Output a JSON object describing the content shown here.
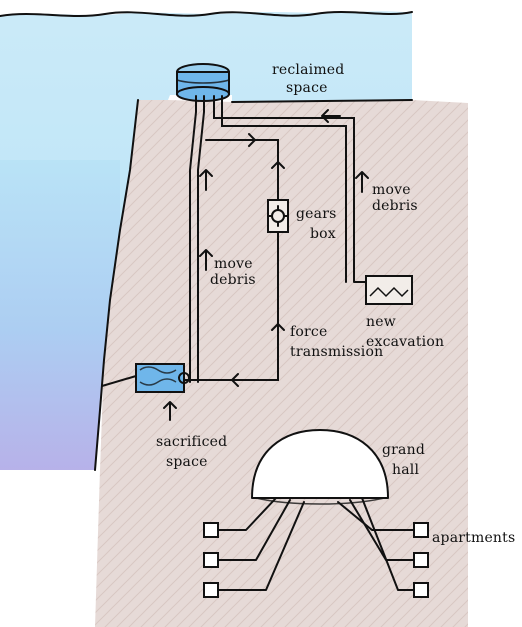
{
  "labels": {
    "reclaimed_line1": "reclaimed",
    "reclaimed_line2": "space",
    "move_debris_left_line1": "move",
    "move_debris_left_line2": "debris",
    "move_debris_right_line1": "move",
    "move_debris_right_line2": "debris",
    "gears_line1": "gears",
    "gears_line2": "box",
    "new_excavation_line1": "new",
    "new_excavation_line2": "excavation",
    "force_line1": "force",
    "force_line2": "transmission",
    "sacrificed_line1": "sacrificed",
    "sacrificed_line2": "space",
    "grand_hall_line1": "grand",
    "grand_hall_line2": "hall",
    "apartments": "apartments"
  },
  "colors": {
    "sky": "#bfe3f5",
    "water_purple": "#b9a6e6",
    "earth": "#d8c7c2",
    "ink": "#111111",
    "cylinder_blue": "#6fb6ea"
  }
}
